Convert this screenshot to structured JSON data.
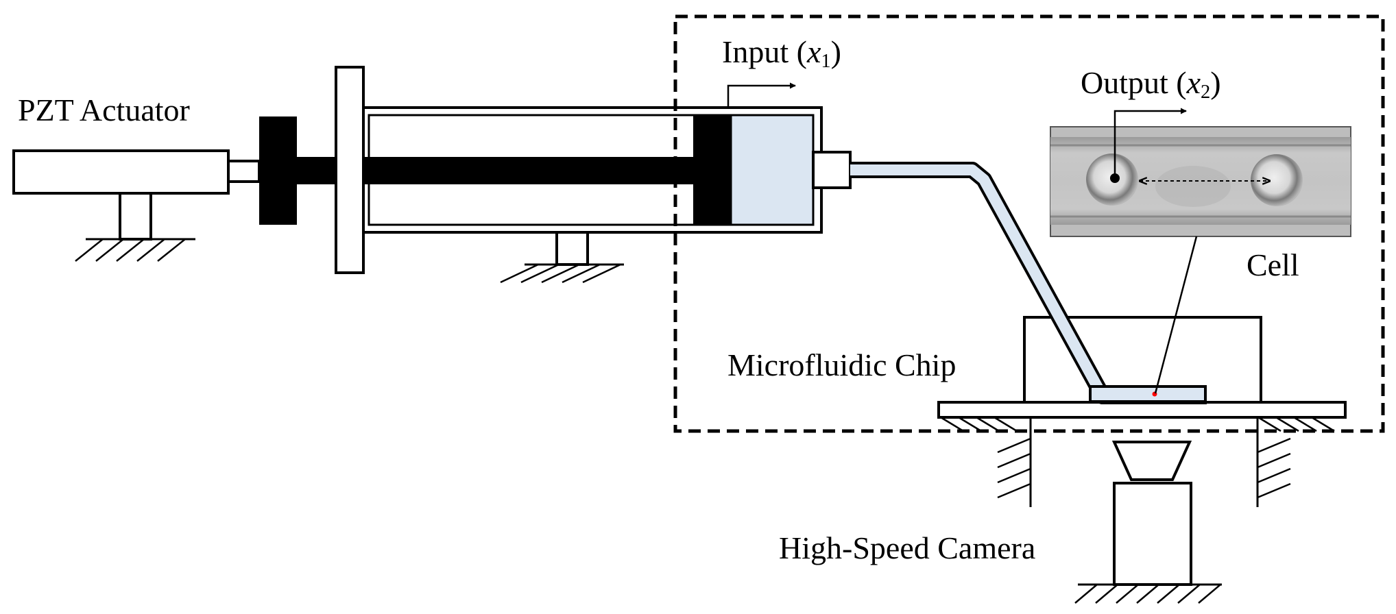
{
  "labels": {
    "pzt": "PZT Actuator",
    "input": {
      "text": "Input",
      "var": "x",
      "sub": "1"
    },
    "output": {
      "text": "Output",
      "var": "x",
      "sub": "2"
    },
    "cell": "Cell",
    "chip": "Microfluidic Chip",
    "camera": "High-Speed Camera"
  },
  "colors": {
    "line": "#000000",
    "fluid": "#dbe6f2",
    "photo_bg": "#bdbdbd",
    "focus_dot": "#ff0000"
  }
}
